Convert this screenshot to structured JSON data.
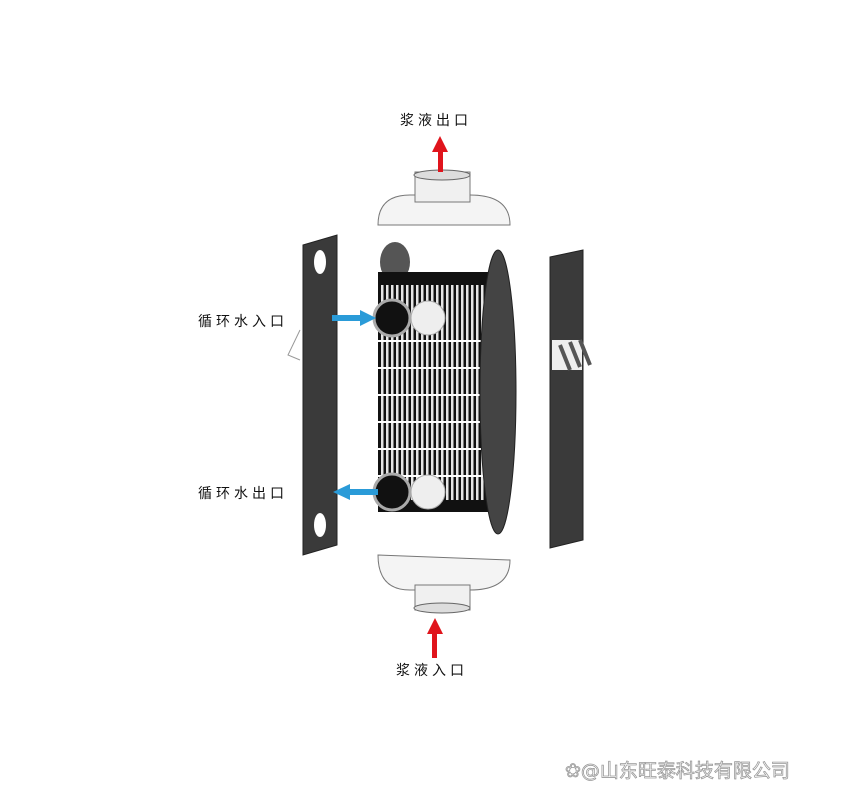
{
  "labels": {
    "slurry_outlet": "浆液出口",
    "water_inlet": "循环水入口",
    "water_outlet": "循环水出口",
    "slurry_inlet": "浆液入口"
  },
  "watermark": "❀@山东旺泰科技有限公司",
  "colors": {
    "slurry_arrow": "#e0141c",
    "water_arrow": "#2a9bd8",
    "plate": "#3a3a3a"
  }
}
